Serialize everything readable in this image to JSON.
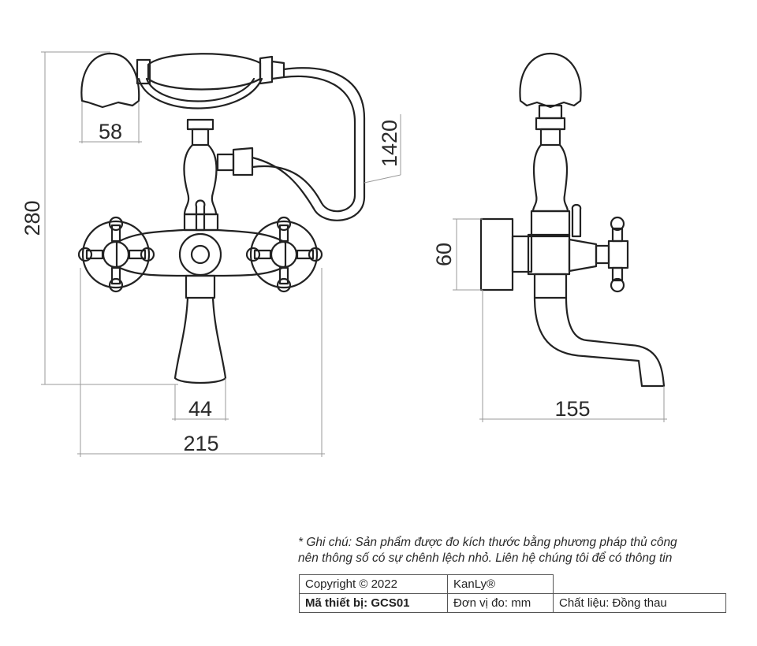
{
  "dimensions": {
    "head_width": "58",
    "hose_length": "1420",
    "total_height": "280",
    "spout_width": "44",
    "total_width": "215",
    "wall_height": "60",
    "spout_reach": "155"
  },
  "note": {
    "line1": "* Ghi chú: Sản phẩm được đo kích thước bằng phương pháp thủ công",
    "line2": "nên thông số có sự chênh lệch nhỏ. Liên hệ chúng tôi để có thông tin"
  },
  "info": {
    "copyright": "Copyright © 2022",
    "brand": "KanLy®",
    "model": "Mã thiết bị: GCS01",
    "unit": "Đơn vị đo: mm",
    "material": "Chất liệu: Đồng thau"
  },
  "colors": {
    "line": "#222222",
    "dim_line": "#9a9a9a"
  }
}
